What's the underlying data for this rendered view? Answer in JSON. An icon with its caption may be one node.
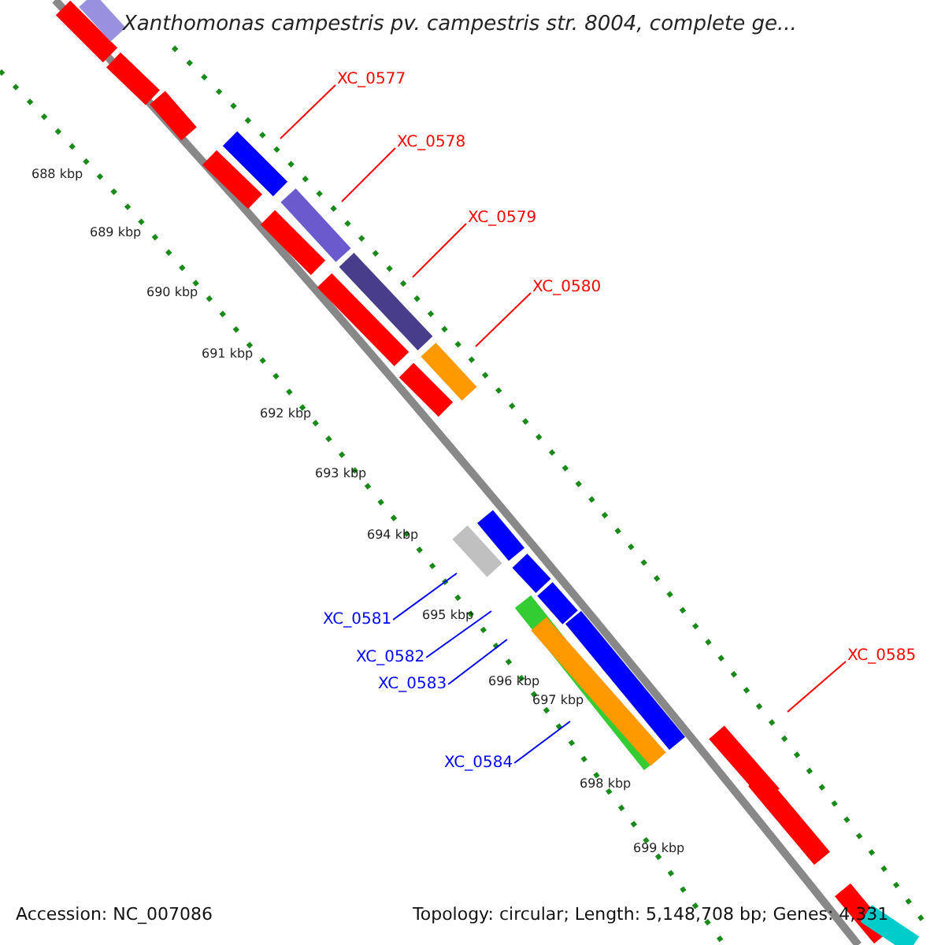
{
  "diagram": {
    "title": "Xanthomonas campestris pv. campestris str. 8004, complete ge...",
    "nodes": [
      {
        "text": [
          "XC_0577"
        ]
      },
      {
        "text": [
          "XC_0578"
        ]
      },
      {
        "text": [
          "XC_0579"
        ]
      },
      {
        "text": [
          "XC_0580"
        ]
      },
      {
        "text": [
          "XC_0585"
        ]
      },
      {
        "text": [
          "XC_0581"
        ]
      },
      {
        "text": [
          "XC_0582"
        ]
      },
      {
        "text": [
          "XC_0583"
        ]
      },
      {
        "text": [
          "XC_0584"
        ]
      }
    ],
    "edges": [
      {
        "from": 0,
        "to": null,
        "arrow": "none"
      },
      {
        "from": 1,
        "to": null,
        "arrow": "none"
      },
      {
        "from": 2,
        "to": null,
        "arrow": "none"
      },
      {
        "from": 3,
        "to": null,
        "arrow": "none"
      },
      {
        "from": 4,
        "to": null,
        "arrow": "none"
      },
      {
        "from": 5,
        "to": null,
        "arrow": "none",
        "color": "#0000ff"
      },
      {
        "from": 6,
        "to": null,
        "arrow": "none",
        "color": "#0000ff"
      },
      {
        "from": 7,
        "to": null,
        "arrow": "none",
        "color": "#0000ff"
      },
      {
        "from": 8,
        "to": null,
        "arrow": "none",
        "color": "#0000ff"
      }
    ],
    "labels": [
      "688 kbp",
      "689 kbp",
      "690 kbp",
      "691 kbp",
      "692 kbp",
      "693 kbp",
      "694 kbp",
      "695 kbp",
      "696 kbp",
      "697 kbp",
      "698 kbp",
      "699 kbp",
      "Accession: NC_007086",
      "Topology: circular; Length: 5,148,708 bp; Genes: 4,331"
    ]
  }
}
